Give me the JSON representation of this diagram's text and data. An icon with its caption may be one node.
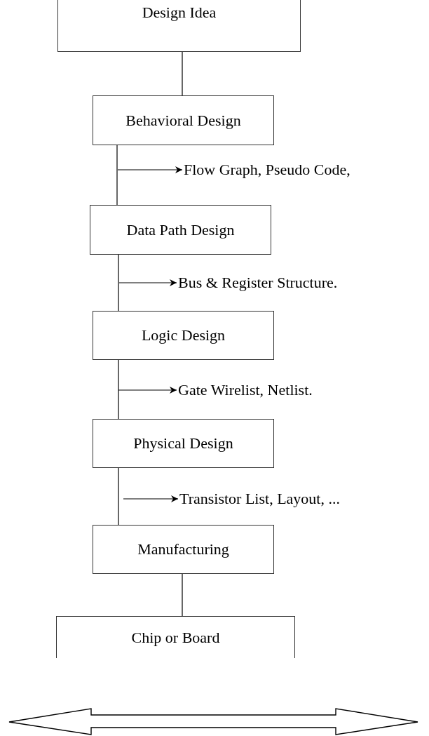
{
  "diagram": {
    "nodes": [
      {
        "text": [
          "Design Idea"
        ]
      },
      {
        "text": [
          "Behavioral Design"
        ]
      },
      {
        "text": [
          "Flow Graph, Pseudo Code,"
        ]
      },
      {
        "text": [
          "Data Path Design"
        ]
      },
      {
        "text": [
          "Bus & Register Structure."
        ]
      },
      {
        "text": [
          "Logic Design"
        ]
      },
      {
        "text": [
          "Gate Wirelist, Netlist."
        ]
      },
      {
        "text": [
          "Physical Design"
        ]
      },
      {
        "text": [
          "Transistor List, Layout, ..."
        ]
      },
      {
        "text": [
          "Manufacturing"
        ]
      },
      {
        "text": [
          "Chip or Board"
        ]
      }
    ],
    "edges": [
      {
        "from": 0,
        "to": 1,
        "arrow": "none"
      },
      {
        "from": 1,
        "to": 3,
        "arrow": "none"
      },
      {
        "from": null,
        "to": 2,
        "arrow": "to"
      },
      {
        "from": 3,
        "to": 5,
        "arrow": "none"
      },
      {
        "from": null,
        "to": 4,
        "arrow": "to"
      },
      {
        "from": 5,
        "to": 7,
        "arrow": "none"
      },
      {
        "from": null,
        "to": 6,
        "arrow": "to"
      },
      {
        "from": 7,
        "to": 9,
        "arrow": "none"
      },
      {
        "from": null,
        "to": 8,
        "arrow": "to"
      },
      {
        "from": 9,
        "to": 10,
        "arrow": "none"
      }
    ]
  }
}
